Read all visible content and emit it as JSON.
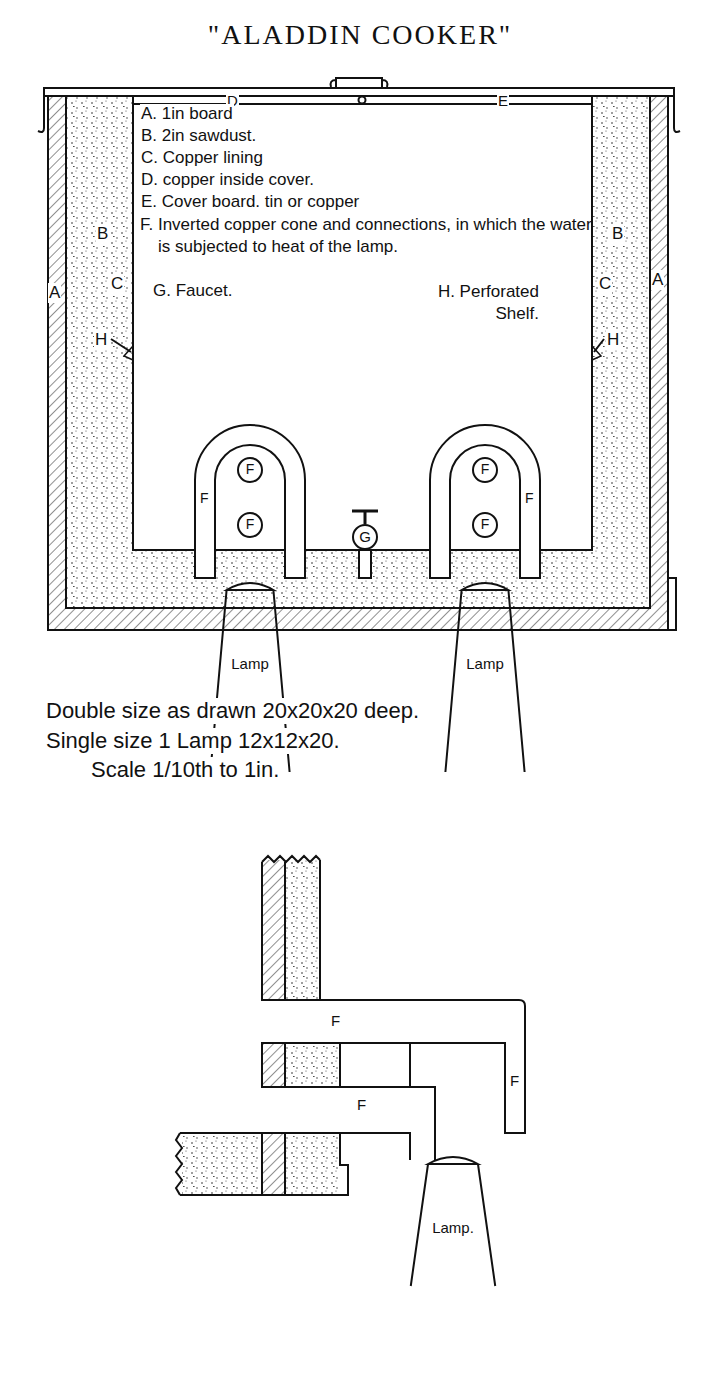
{
  "diagram": {
    "title": "\"ALADDIN COOKER\"",
    "nodes": [
      {
        "text": [
          "F"
        ]
      },
      {
        "text": [
          "F"
        ]
      },
      {
        "text": [
          "F"
        ]
      },
      {
        "text": [
          "F"
        ]
      },
      {
        "text": [
          "G"
        ]
      },
      {
        "text": [
          "Lamp"
        ]
      },
      {
        "text": [
          "Lamp"
        ]
      },
      {
        "text": [
          "Lamp."
        ]
      }
    ],
    "labels": [
      "D",
      "E",
      "A. 1in board",
      "B. 2in sawdust.",
      "C. Copper lining",
      "D. copper inside cover.",
      "E. Cover board. tin or copper",
      "F. Inverted copper cone and connections, in which the water is subjected to heat of the lamp.",
      "G. Faucet.",
      "H. Perforated Shelf.",
      "A",
      "B",
      "C",
      "H",
      "B",
      "C",
      "A",
      "H",
      "F",
      "F",
      "Double size as drawn 20x20x20 deep.",
      "Single size 1 Lamp 12x12x20.",
      "Scale 1/10th to 1in.",
      "F",
      "F",
      "F"
    ]
  }
}
